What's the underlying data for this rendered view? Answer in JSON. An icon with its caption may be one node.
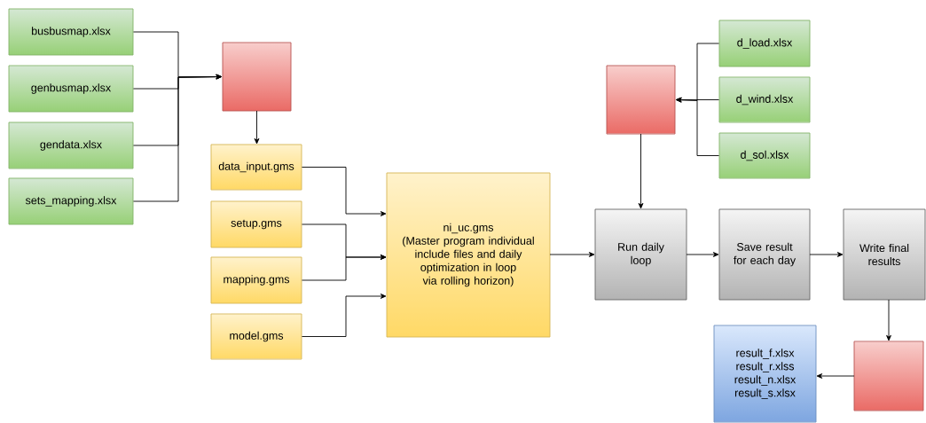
{
  "diagram": {
    "nodes": [
      {
        "text": [
          "busbusmap.xlsx"
        ]
      },
      {
        "text": [
          "genbusmap.xlsx"
        ]
      },
      {
        "text": [
          "gendata.xlsx"
        ]
      },
      {
        "text": [
          "sets_mapping.xlsx"
        ]
      },
      {
        "text": [],
        "shape": "box"
      },
      {
        "text": [
          "data_input.gms"
        ]
      },
      {
        "text": [
          "setup.gms"
        ]
      },
      {
        "text": [
          "mapping.gms"
        ]
      },
      {
        "text": [
          "model.gms"
        ]
      },
      {
        "text": [
          "ni_uc.gms",
          "(Master program individual include files and daily optimization in loop via rolling horizon)"
        ]
      },
      {
        "text": [
          "d_load.xlsx"
        ]
      },
      {
        "text": [
          "d_wind.xlsx"
        ]
      },
      {
        "text": [
          "d_sol.xlsx"
        ]
      },
      {
        "text": [],
        "shape": "box"
      },
      {
        "text": [
          "Run daily loop"
        ]
      },
      {
        "text": [
          "Save result for each day"
        ]
      },
      {
        "text": [
          "Write final results"
        ]
      },
      {
        "text": [],
        "shape": "box"
      },
      {
        "text": [
          "result_f.xlsx",
          "result_r.xlss",
          "result_n.xlsx",
          "result_s.xlsx"
        ]
      }
    ],
    "edges": [
      {
        "from": 0,
        "to": 4,
        "arrow": "to"
      },
      {
        "from": 1,
        "to": 4,
        "arrow": "to"
      },
      {
        "from": 2,
        "to": 4,
        "arrow": "to"
      },
      {
        "from": 3,
        "to": 4,
        "arrow": "to"
      },
      {
        "from": 4,
        "to": 5,
        "arrow": "to"
      },
      {
        "from": 5,
        "to": 9,
        "arrow": "to"
      },
      {
        "from": 6,
        "to": 9,
        "arrow": "to"
      },
      {
        "from": 7,
        "to": 9,
        "arrow": "to"
      },
      {
        "from": 8,
        "to": 9,
        "arrow": "to"
      },
      {
        "from": 10,
        "to": 13,
        "arrow": "to"
      },
      {
        "from": 11,
        "to": 13,
        "arrow": "to"
      },
      {
        "from": 12,
        "to": 13,
        "arrow": "to"
      },
      {
        "from": 13,
        "to": 14,
        "arrow": "to"
      },
      {
        "from": 9,
        "to": 14,
        "arrow": "to"
      },
      {
        "from": 14,
        "to": 15,
        "arrow": "to"
      },
      {
        "from": 15,
        "to": 16,
        "arrow": "to"
      },
      {
        "from": 16,
        "to": 17,
        "arrow": "to"
      },
      {
        "from": 17,
        "to": 18,
        "arrow": "to"
      }
    ]
  }
}
